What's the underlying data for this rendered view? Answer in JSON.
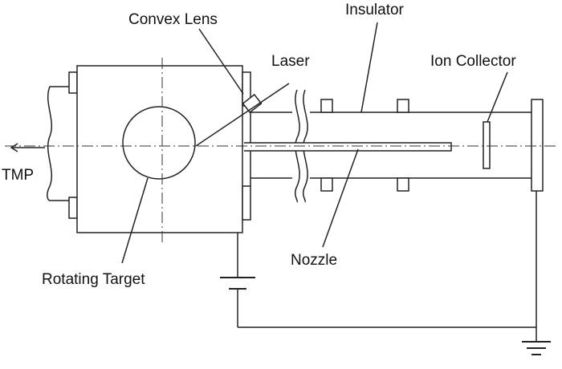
{
  "labels": {
    "convex_lens": "Convex Lens",
    "insulator": "Insulator",
    "laser": "Laser",
    "ion_collector": "Ion Collector",
    "tmp": "TMP",
    "nozzle": "Nozzle",
    "rotating_target": "Rotating Target"
  }
}
